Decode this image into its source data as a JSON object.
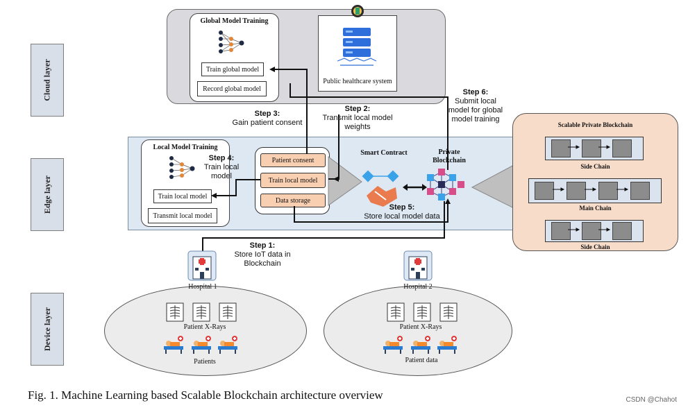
{
  "layers": {
    "cloud": "Cloud layer",
    "edge": "Edge layer",
    "device": "Device layer"
  },
  "cloud": {
    "global_training_title": "Global Model Training",
    "train_global": "Train global model",
    "record_global": "Record global model",
    "public_system": "Public healthcare system"
  },
  "edge": {
    "local_training_title": "Local Model Training",
    "train_local": "Train local model",
    "transmit_local": "Transmit local model",
    "contract_items": [
      "Patient consent",
      "Train local model",
      "Data storage"
    ],
    "smart_contract": "Smart Contract",
    "private_blockchain": "Private Blockchain"
  },
  "steps": {
    "s1_num": "Step 1:",
    "s1_text": "Store IoT data in Blockchain",
    "s2_num": "Step 2:",
    "s2_text": "Transmit local model weights",
    "s3_num": "Step 3:",
    "s3_text": "Gain patient consent",
    "s4_num": "Step 4:",
    "s4_text": "Train local model",
    "s5_num": "Step 5:",
    "s5_text": "Store local model data",
    "s6_num": "Step 6:",
    "s6_text": "Submit local model for global model training"
  },
  "chain_panel": {
    "title": "Scalable Private Blockchain",
    "side_chain_1": "Side Chain",
    "main_chain": "Main Chain",
    "side_chain_2": "Side Chain"
  },
  "device": {
    "hospital1": "Hospital 1",
    "hospital2": "Hospital 2",
    "xrays1": "Patient X-Rays",
    "xrays2": "Patient X-Rays",
    "patients1": "Patients",
    "patients2": "Patient data"
  },
  "caption": "Fig. 1. Machine Learning based Scalable Blockchain architecture overview",
  "watermark": "CSDN @Chahot",
  "colors": {
    "cloud_bg": "#d9d9de",
    "edge_bg": "#dde8f3",
    "orange": "#f8cfb1",
    "panel": "#f8dcca",
    "server_blue": "#2f6fdc"
  }
}
